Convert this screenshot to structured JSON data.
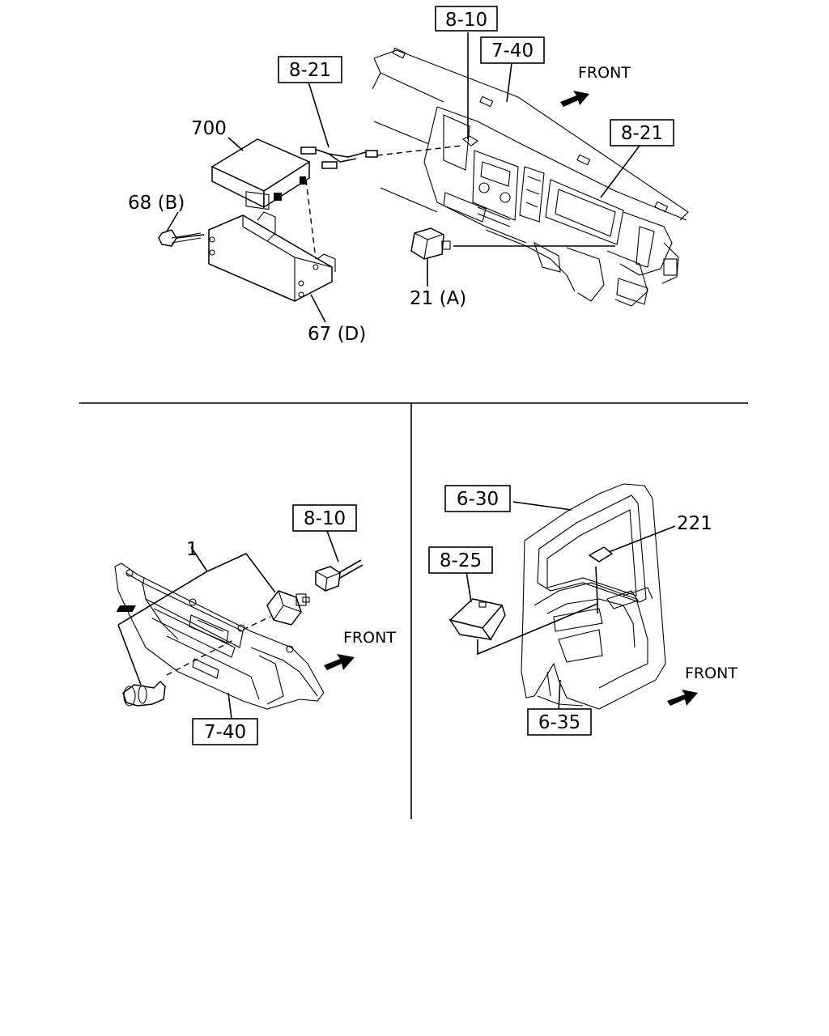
{
  "top_section": {
    "ref_8_10": "8-10",
    "ref_7_40": "7-40",
    "ref_8_21_left": "8-21",
    "ref_8_21_right": "8-21",
    "front": "FRONT",
    "part_700": "700",
    "part_68b": "68 (B)",
    "part_21a": "21 (A)",
    "part_67d": "67 (D)"
  },
  "left_section": {
    "ref_8_10": "8-10",
    "ref_7_40": "7-40",
    "part_1": "1",
    "front": "FRONT"
  },
  "right_section": {
    "ref_6_30": "6-30",
    "ref_8_25": "8-25",
    "ref_6_35": "6-35",
    "part_221": "221",
    "front": "FRONT"
  }
}
